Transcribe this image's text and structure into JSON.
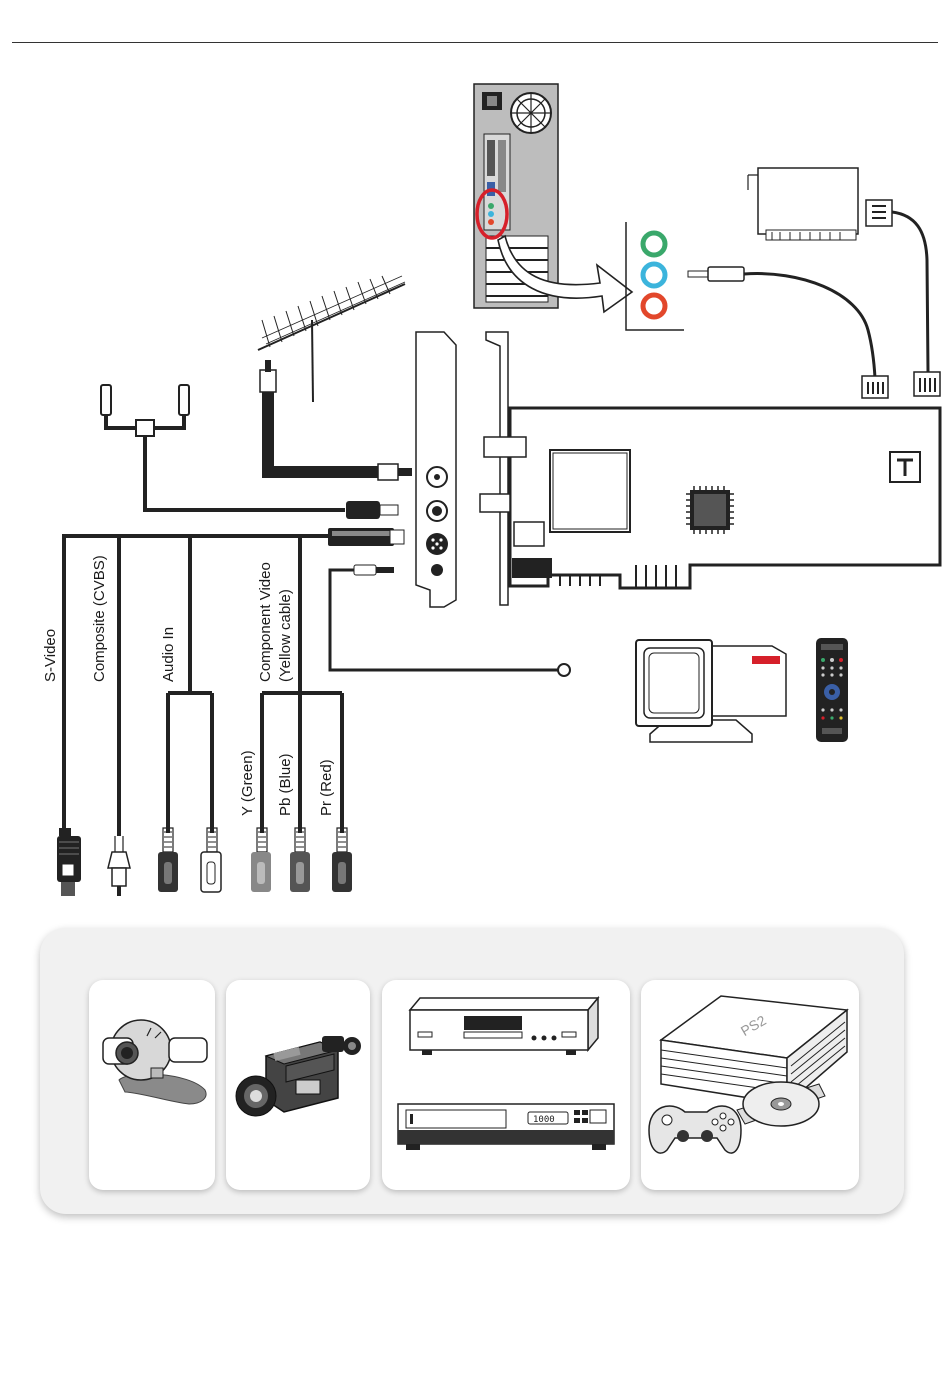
{
  "labels": {
    "svideo": "S-Video",
    "composite": "Composite (CVBS)",
    "audio_in": "Audio In",
    "component_line1": "Component Video",
    "component_line2": "(Yellow cable)",
    "y_green": "Y (Green)",
    "pb_blue": "Pb (Blue)",
    "pr_red": "Pr (Red)"
  },
  "devices": {
    "dvr_display": "1000"
  },
  "colors": {
    "audio_jack_green": "#3aa86b",
    "audio_jack_blue": "#3cb4dc",
    "audio_jack_red": "#e2472b",
    "highlight_ring": "#d6202a"
  }
}
